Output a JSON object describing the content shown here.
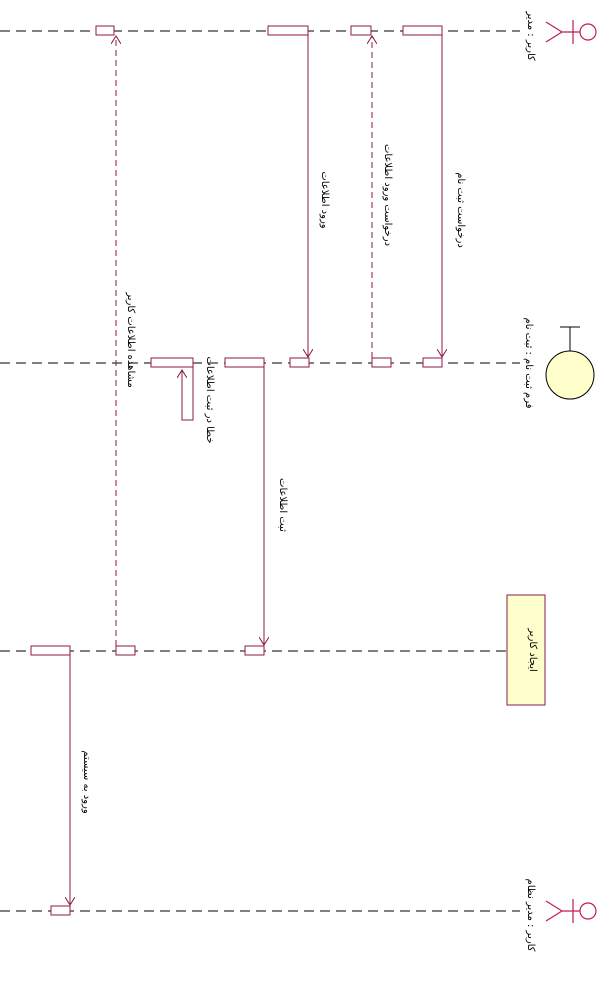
{
  "diagram": {
    "colors": {
      "line": "#000000",
      "message": "#8b1a4a",
      "actor": "#c2185b",
      "boundary_fill": "#ffffcc",
      "boundary_stroke": "#8b1a4a",
      "box_fill": "#ffffcc",
      "box_stroke": "#8b1a4a"
    },
    "participants": {
      "top_actor": {
        "label": "کاربر : مدیر",
        "icon": "actor-icon"
      },
      "boundary": {
        "label": "فرم ثبت نام : ثبت نام",
        "icon": "boundary-icon"
      },
      "controller": {
        "label": "ایجاد کاربر"
      },
      "bottom_actor": {
        "label": "کاربر : مدیر نظام",
        "icon": "actor-icon"
      }
    },
    "messages": [
      {
        "id": "m1",
        "label": "درخواست ثبت نام"
      },
      {
        "id": "m2",
        "label": "درخواست ورود اطلاعات"
      },
      {
        "id": "m3",
        "label": "ورود اطلاعات"
      },
      {
        "id": "m4",
        "label": "ثبت اطلاعات"
      },
      {
        "id": "m5",
        "label": "خطا در ثبت اطلاعات"
      },
      {
        "id": "m6",
        "label": "مشاهده اطلاعات کاربر"
      },
      {
        "id": "m7",
        "label": "ورود به سیستم"
      }
    ]
  }
}
